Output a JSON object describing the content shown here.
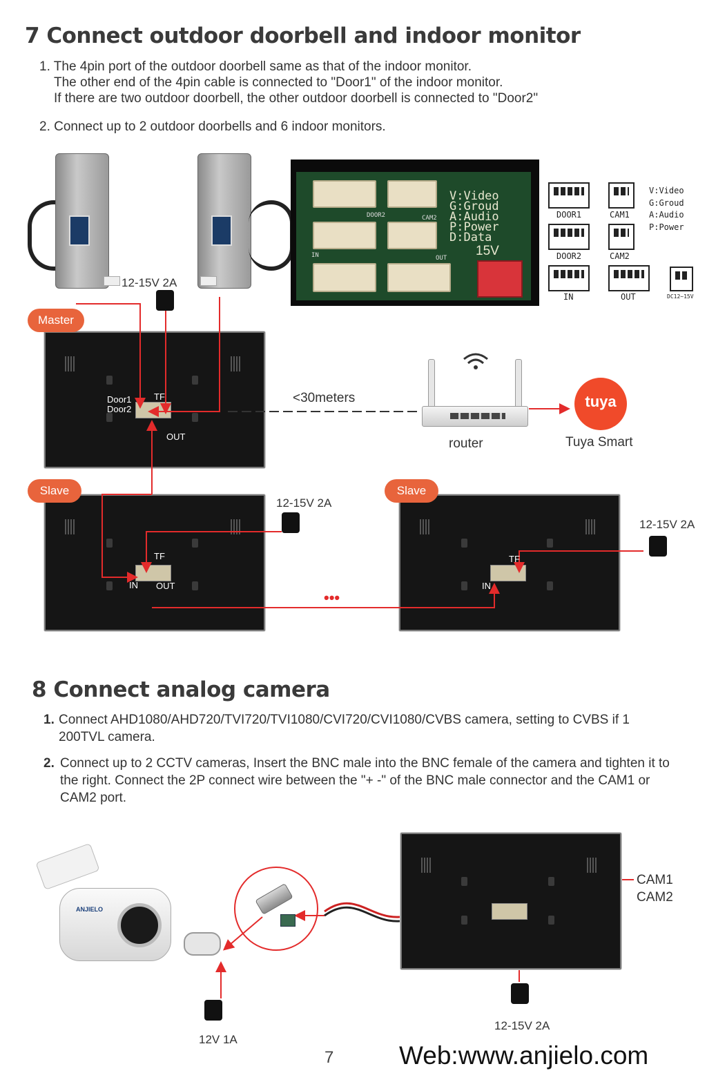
{
  "section7": {
    "title": "7  Connect outdoor doorbell and indoor monitor",
    "line1": "1. The 4pin port of the outdoor doorbell same as that of the indoor monitor.",
    "line2": "The other end of the 4pin cable is connected to \"Door1\" of the indoor monitor.",
    "line3": "If there are two outdoor doorbell, the other outdoor doorbell is connected to \"Door2\"",
    "line4": "2. Connect up to 2 outdoor doorbells and 6 indoor monitors."
  },
  "pcb": {
    "legend": [
      "V:Video",
      "G:Groud",
      "A:Audio",
      "P:Power",
      "D:Data"
    ],
    "voltage": "15V",
    "door2": "DOOR2",
    "cam2": "CAM2",
    "in": "IN",
    "out": "OUT"
  },
  "port_diagram": {
    "door1": "DOOR1",
    "cam1": "CAM1",
    "door2": "DOOR2",
    "cam2": "CAM2",
    "in": "IN",
    "out": "OUT",
    "dc": "DC12~15V",
    "legend": [
      "V:Video",
      "G:Groud",
      "A:Audio",
      "P:Power"
    ]
  },
  "wiring": {
    "power_top": "12-15V 2A",
    "master": "Master",
    "door1": "Door1",
    "door2": "Door2",
    "tf": "TF",
    "out": "OUT",
    "distance": "<30meters",
    "router": "router",
    "tuya_logo": "tuya",
    "tuya": "Tuya Smart",
    "slave1": "Slave",
    "slave2": "Slave",
    "power_slave1": "12-15V 2A",
    "power_slave2": "12-15V 2A",
    "tf_s1": "TF",
    "in_s1": "IN",
    "out_s1": "OUT",
    "tf_s2": "TF",
    "in_s2": "IN",
    "dots": "•••"
  },
  "section8": {
    "title": "8 Connect analog camera",
    "item1_num": "1.",
    "item1": "Connect AHD1080/AHD720/TVI720/TVI1080/CVI720/CVI1080/CVBS camera, setting to CVBS if 1 200TVL camera.",
    "item2_num": "2.",
    "item2": "Connect up to 2 CCTV cameras, Insert the BNC male into the BNC female of the camera and tighten it to the right. Connect the 2P connect wire between the \"+ -\" of the BNC male connector and the CAM1 or CAM2 port."
  },
  "camera": {
    "cam1": "CAM1",
    "cam2": "CAM2",
    "power_cam": "12V 1A",
    "power_monitor": "12-15V 2A",
    "brand_on_camera": "ANJIELO"
  },
  "footer": {
    "page": "7",
    "web": "Web:www.anjielo.com"
  },
  "colors": {
    "accent": "#e8643c",
    "wire": "#e32b2b",
    "text": "#333333"
  }
}
